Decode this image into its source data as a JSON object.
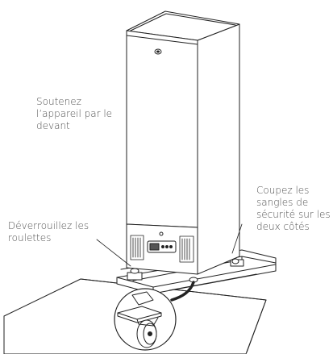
{
  "labels": {
    "support_front": [
      "Soutenez",
      "l’appareil par le",
      "devant"
    ],
    "cut_straps": [
      "Coupez les",
      "sangles de",
      "sécurité sur les",
      "deux côtés"
    ],
    "unlock_castors": [
      "Déverrouillez les",
      "roulettes"
    ]
  },
  "colors": {
    "stroke": "#222222",
    "text": "#505050",
    "background": "#ffffff"
  }
}
